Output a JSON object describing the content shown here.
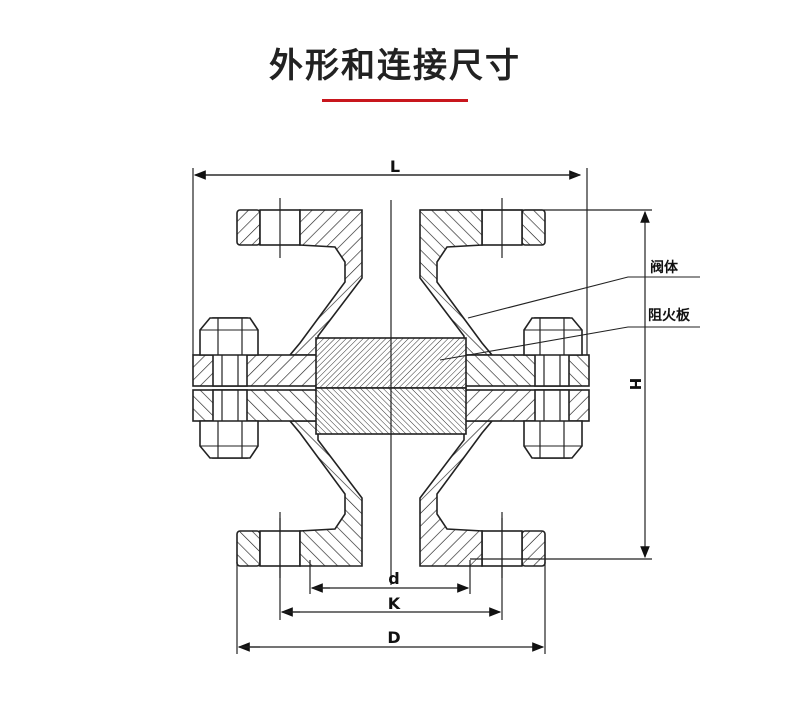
{
  "title": "外形和连接尺寸",
  "accent_color": "#c8161d",
  "line_color": "#222222",
  "diagram": {
    "dimensions": {
      "length": "L",
      "height": "H",
      "bore": "d",
      "bolt_circle": "K",
      "flange_diameter": "D"
    },
    "callouts": {
      "body": "阀体",
      "flame_arrester_plate": "阻火板"
    }
  }
}
